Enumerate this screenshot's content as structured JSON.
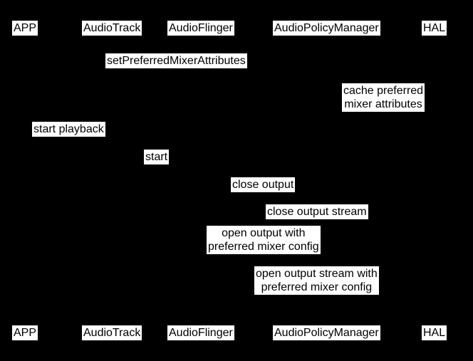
{
  "diagram": {
    "type": "uml-sequence-diagram",
    "colors": {
      "background": "#000000",
      "label-bg": "#ffffff",
      "label-text": "#000000"
    },
    "participants": [
      "APP",
      "AudioTrack",
      "AudioFlinger",
      "AudioPolicyManager",
      "HAL"
    ],
    "messages": [
      {
        "label": "setPreferredMixerAttributes"
      },
      {
        "label": "cache preferred\nmixer attributes"
      },
      {
        "label": "start playback"
      },
      {
        "label": "start"
      },
      {
        "label": "close output"
      },
      {
        "label": "close output stream"
      },
      {
        "label": "open output with\npreferred mixer config"
      },
      {
        "label": "open output stream with\npreferred mixer config"
      }
    ]
  }
}
